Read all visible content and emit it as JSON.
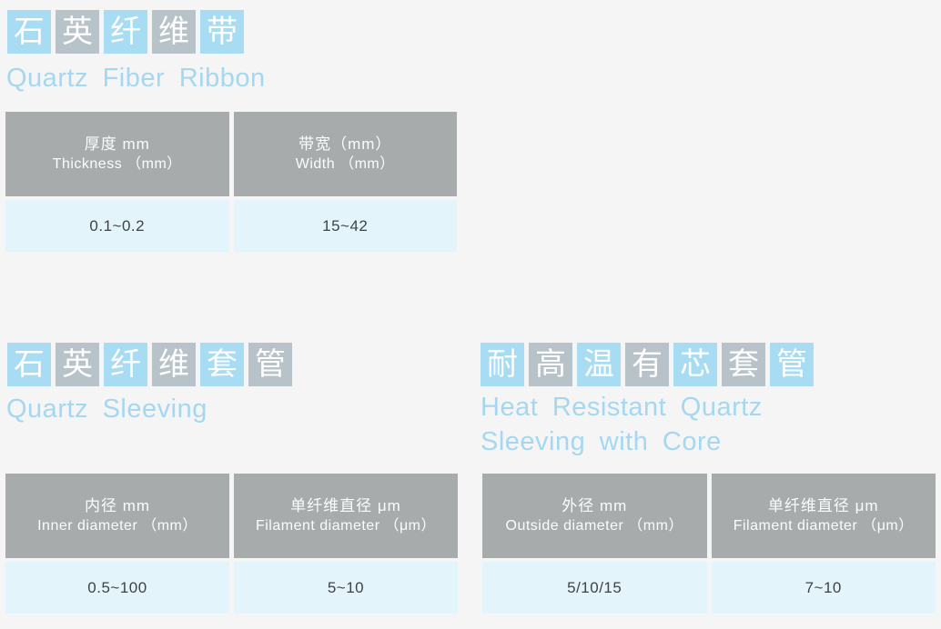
{
  "colors": {
    "background": "#f5f5f6",
    "blue_box": "#a8dcf3",
    "gray_box": "#b8c3c9",
    "table_header_bg": "#a8abac",
    "table_row_bg": "#e3f4fb",
    "title_text": "#a5d8f0",
    "value_text": "#414245"
  },
  "sections": [
    {
      "title_en": "Quartz Fiber Ribbon",
      "title_zh_chars": [
        {
          "char": "石",
          "color": "blue"
        },
        {
          "char": "英",
          "color": "gray"
        },
        {
          "char": "纤",
          "color": "blue"
        },
        {
          "char": "维",
          "color": "gray"
        },
        {
          "char": "带",
          "color": "blue"
        }
      ],
      "table": {
        "columns": [
          {
            "zh": "厚度 mm",
            "en": "Thickness （mm）"
          },
          {
            "zh": "带宽（mm）",
            "en": "Width （mm）"
          }
        ],
        "values": [
          "0.1~0.2",
          "15~42"
        ]
      }
    },
    {
      "title_en": "Quartz Sleeving",
      "title_zh_chars": [
        {
          "char": "石",
          "color": "blue"
        },
        {
          "char": "英",
          "color": "gray"
        },
        {
          "char": "纤",
          "color": "blue"
        },
        {
          "char": "维",
          "color": "gray"
        },
        {
          "char": "套",
          "color": "blue"
        },
        {
          "char": "管",
          "color": "gray"
        }
      ],
      "table": {
        "columns": [
          {
            "zh": "内径 mm",
            "en": "Inner diameter （mm）"
          },
          {
            "zh": "单纤维直径 μm",
            "en": "Filament diameter （μm）"
          }
        ],
        "values": [
          "0.5~100",
          "5~10"
        ]
      }
    },
    {
      "title_en": "Heat Resistant Quartz Sleeving with Core",
      "title_zh_chars": [
        {
          "char": "耐",
          "color": "blue"
        },
        {
          "char": "高",
          "color": "gray"
        },
        {
          "char": "温",
          "color": "blue"
        },
        {
          "char": "有",
          "color": "gray"
        },
        {
          "char": "芯",
          "color": "blue"
        },
        {
          "char": "套",
          "color": "gray"
        },
        {
          "char": "管",
          "color": "blue"
        }
      ],
      "table": {
        "columns": [
          {
            "zh": "外径 mm",
            "en": "Outside diameter （mm）"
          },
          {
            "zh": "单纤维直径 μm",
            "en": "Filament diameter （μm）"
          }
        ],
        "values": [
          "5/10/15",
          "7~10"
        ]
      }
    }
  ]
}
